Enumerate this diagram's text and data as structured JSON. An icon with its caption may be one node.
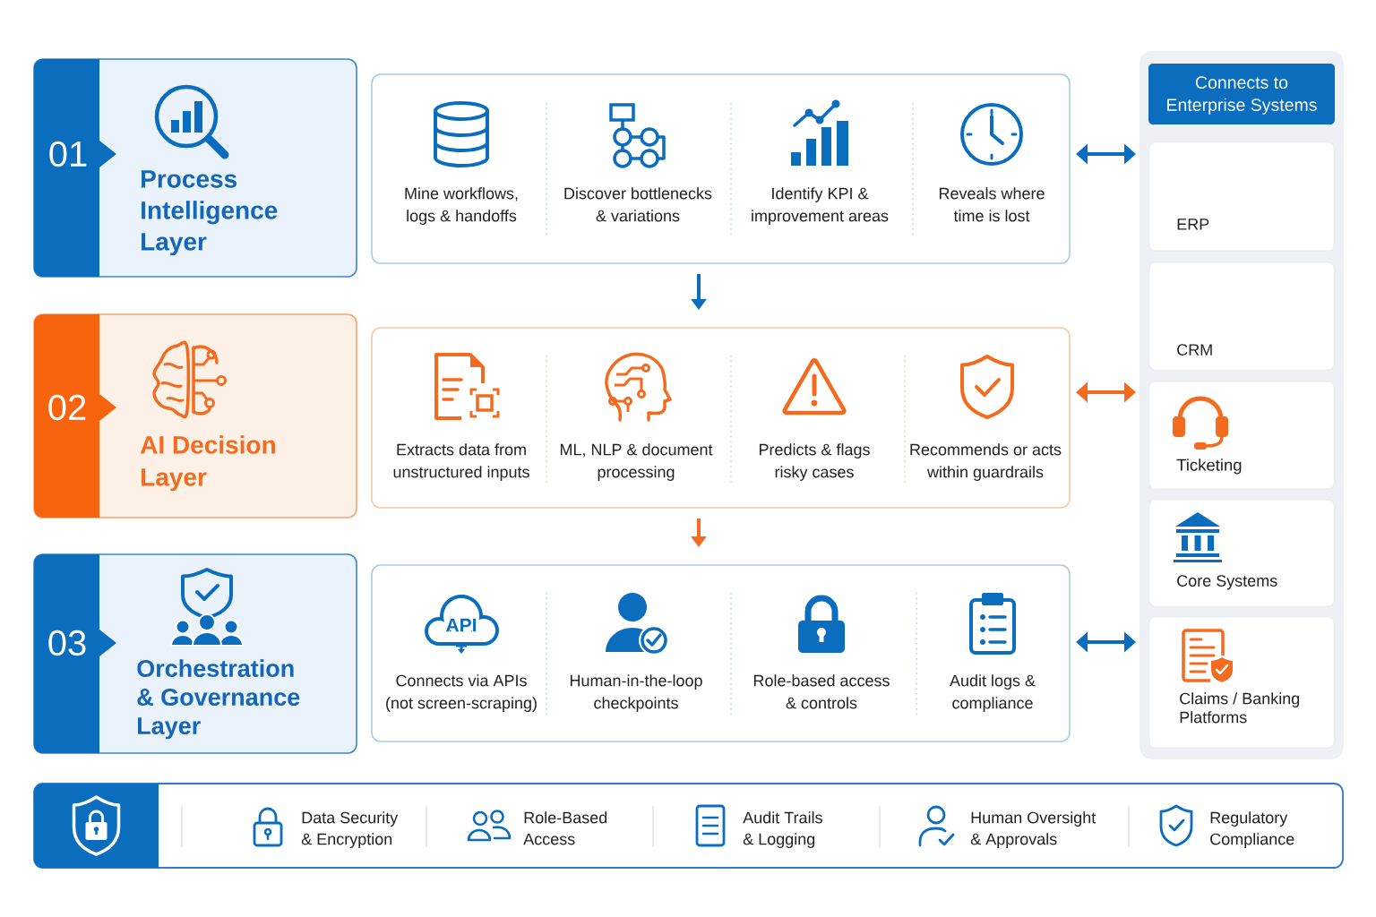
{
  "diagram": {
    "nodes": [
      {
        "text": [
          "01",
          "Process Intelligence Layer"
        ]
      },
      {
        "text": [
          "Mine workflows, logs & handoffs",
          "Discover bottlenecks & variations",
          "Identify KPI & improvement areas",
          "Reveals where time is lost"
        ]
      },
      {
        "text": [
          "02",
          "AI Decision Layer"
        ]
      },
      {
        "text": [
          "Extracts data from unstructured inputs",
          "ML, NLP & document processing",
          "Predicts & flags risky cases",
          "Recommends or acts within guardrails"
        ]
      },
      {
        "text": [
          "03",
          "Orchestration & Governance Layer"
        ]
      },
      {
        "text": [
          "Connects via APIs (not screen-scraping)",
          "Human-in-the-loop checkpoints",
          "Role-based access & controls",
          "Audit logs & compliance"
        ]
      },
      {
        "text": [],
        "shape": "box"
      },
      {
        "text": [
          "Connects to Enterprise Systems"
        ],
        "in": 6
      },
      {
        "text": [
          "ERP"
        ],
        "in": 6
      },
      {
        "text": [
          "CRM"
        ],
        "in": 6
      },
      {
        "text": [
          "Ticketing"
        ],
        "in": 6
      },
      {
        "text": [
          "Core Systems"
        ],
        "in": 6
      },
      {
        "text": [
          "Claims / Banking Platforms"
        ],
        "in": 6
      },
      {
        "text": [
          "Data Security & Encryption",
          "Role-Based Access",
          "Audit Trails & Logging",
          "Human Oversight & Approvals",
          "Regulatory Compliance"
        ]
      }
    ],
    "edges": [
      {
        "from": 1,
        "to": 3,
        "arrow": "to"
      },
      {
        "from": 3,
        "to": 5,
        "arrow": "to",
        "color": "#f26b1f"
      },
      {
        "from": 1,
        "to": 6,
        "arrow": "both"
      },
      {
        "from": 3,
        "to": 6,
        "arrow": "both",
        "color": "#f26b1f"
      },
      {
        "from": 5,
        "to": 6,
        "arrow": "both"
      }
    ],
    "labels": [
      "API"
    ]
  }
}
